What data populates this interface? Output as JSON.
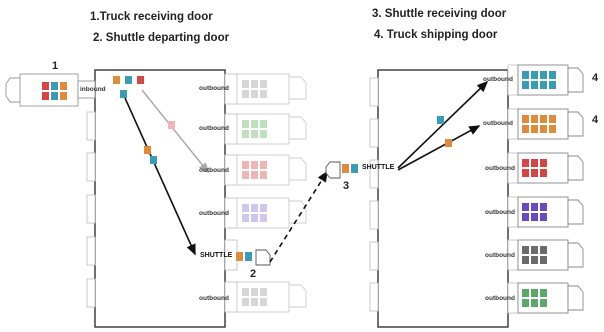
{
  "legend": {
    "item1": "1.Truck receiving door",
    "item2": "2. Shuttle departing door",
    "item3": "3. Shuttle receiving door",
    "item4": "4. Truck shipping door"
  },
  "markers": {
    "m1": "1",
    "m2": "2",
    "m3": "3",
    "m4a": "4",
    "m4b": "4"
  },
  "labels": {
    "inbound": "inbound",
    "outbound": "outbound",
    "shuttle": "SHUTTLE"
  },
  "colors": {
    "red": "#d64545",
    "teal": "#3a9bb5",
    "orange": "#e08a3c",
    "green": "#5aa86a",
    "purple": "#6a4bbf",
    "gray": "#6b6b6b",
    "faded_red": "#f1b4b4",
    "faded_green": "#bfe0bf",
    "faded_purple": "#cdc7ee",
    "faded_gray": "#d6d6d6"
  }
}
